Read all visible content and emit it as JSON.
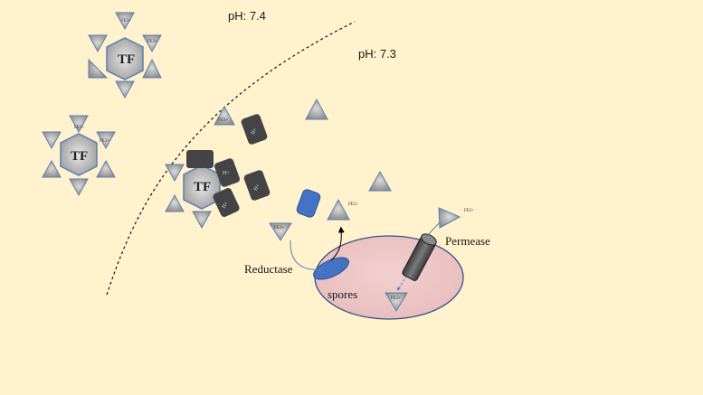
{
  "labels": {
    "ph_left": "pH: 7.4",
    "ph_right": "pH: 7.3",
    "tf": "TF",
    "reductase": "Reductase",
    "permease": "Permease",
    "spores": "spores",
    "fe3": "FE3+",
    "fe2": "FE2+",
    "h_plus": "H+"
  },
  "colors": {
    "background": "#fff2cc",
    "spore_fill": "#efc6c6",
    "reductase_blue": "#4472c4",
    "dark_protein": "#444448",
    "triangle_gray": "#a6a6a6"
  }
}
